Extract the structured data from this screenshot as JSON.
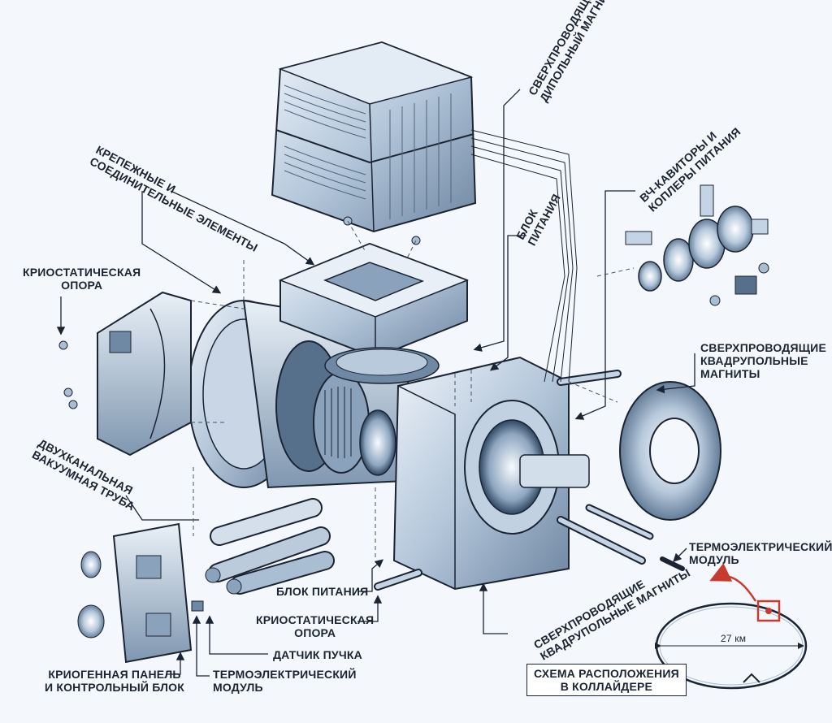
{
  "labels": {
    "dipole_magnet": [
      "СВЕРХПРОВОДЯЩИЙ",
      "ДИПОЛЬНЫЙ МАГНИТ"
    ],
    "fasteners": [
      "КРЕПЕЖНЫЕ И",
      "СОЕДИНИТЕЛЬНЫЕ ЭЛЕМЕНТЫ"
    ],
    "power_unit_top": [
      "БЛОК",
      "ПИТАНИЯ"
    ],
    "rf_cavities": [
      "ВЧ-КАВИТОРЫ И",
      "КОПЛЕРЫ ПИТАНИЯ"
    ],
    "cryostatic_support_left": [
      "КРИОСТАТИЧЕСКАЯ",
      "ОПОРА"
    ],
    "quadrupole_magnets_right": [
      "СВЕРХПРОВОДЯЩИЕ",
      "КВАДРУПОЛЬНЫЕ",
      "МАГНИТЫ"
    ],
    "vacuum_tube": [
      "ДВУХКАНАЛЬНАЯ",
      "ВАКУУМНАЯ ТРУБА"
    ],
    "thermo_module_right": [
      "ТЕРМОЭЛЕКТРИЧЕСКИЙ",
      "МОДУЛЬ"
    ],
    "power_unit_bottom": [
      "БЛОК ПИТАНИЯ"
    ],
    "quadrupole_magnets_bottom": [
      "СВЕРХПРОВОДЯЩИЕ",
      "КВАДРУПОЛЬНЫЕ МАГНИТЫ"
    ],
    "cryostatic_support_bottom": [
      "КРИОСТАТИЧЕСКАЯ",
      "ОПОРА"
    ],
    "beam_sensor": [
      "ДАТЧИК ПУЧКА"
    ],
    "cryo_panel": [
      "КРИОГЕННАЯ ПАНЕЛЬ",
      "И КОНТРОЛЬНЫЙ БЛОК"
    ],
    "thermo_module_bottom": [
      "ТЕРМОЭЛЕКТРИЧЕСКИЙ",
      "МОДУЛЬ"
    ],
    "collider_scheme": [
      "СХЕМА РАСПОЛОЖЕНИЯ",
      "В КОЛЛАЙДЕРЕ"
    ]
  },
  "ring": {
    "diameter_label": "27 км"
  },
  "colors": {
    "metal_light": "#dfe8f2",
    "metal_mid": "#a9bdd3",
    "metal_dark": "#5d7590",
    "line": "#1b2433",
    "highlight_red": "#c93a2e"
  }
}
